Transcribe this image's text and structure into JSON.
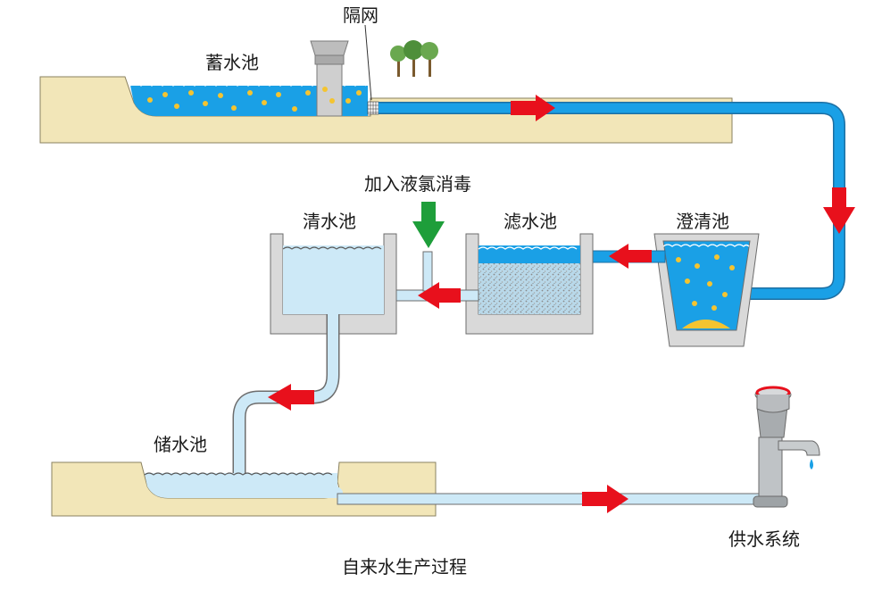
{
  "labels": {
    "reservoir": "蓄水池",
    "screen": "隔网",
    "chlorine": "加入液氯消毒",
    "clear_water_tank": "清水池",
    "filter_tank": "滤水池",
    "settling_tank": "澄清池",
    "storage_tank": "储水池",
    "supply_system": "供水系统",
    "caption": "自来水生产过程"
  },
  "colors": {
    "ground": "#f2e6b8",
    "ground_edge": "#8a8160",
    "raw_water": "#1aa0e6",
    "clean_water": "#cde9f7",
    "pipe_raw": "#1aa0e6",
    "pipe_clean": "#cde9f7",
    "flow_arrow": "#e8101c",
    "chlorine_arrow": "#1e9e3a",
    "tank_wall": "#d9d9d9",
    "particles": "#f4c430"
  },
  "icons": [
    "intake-tower-icon",
    "trees-icon",
    "faucet-icon",
    "wave-icon"
  ]
}
